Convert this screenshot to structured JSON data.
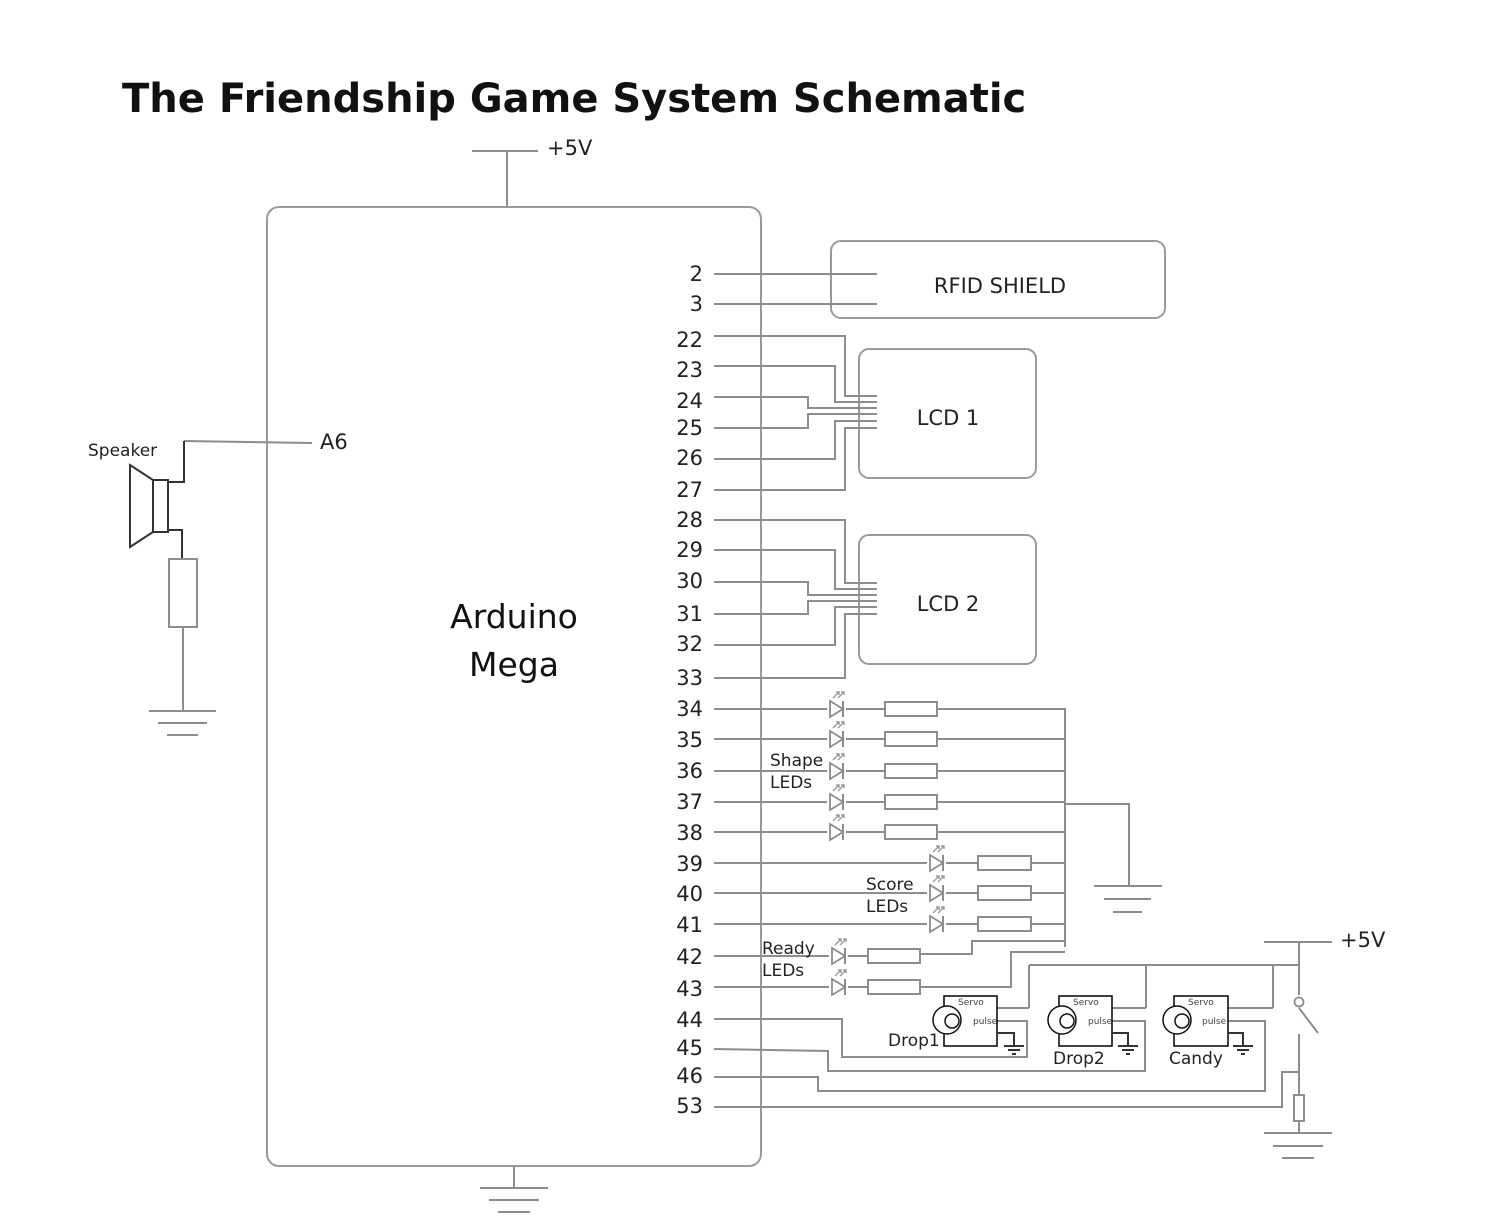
{
  "title": "The Friendship Game System Schematic",
  "supply_labels": {
    "top": "+5V",
    "right": "+5V"
  },
  "arduino": {
    "line1": "Arduino",
    "line2": "Mega",
    "analog_pin": "A6"
  },
  "speaker_label": "Speaker",
  "modules": {
    "rfid": "RFID SHIELD",
    "lcd1": "LCD 1",
    "lcd2": "LCD 2"
  },
  "pins": [
    "2",
    "3",
    "22",
    "23",
    "24",
    "25",
    "26",
    "27",
    "28",
    "29",
    "30",
    "31",
    "32",
    "33",
    "34",
    "35",
    "36",
    "37",
    "38",
    "39",
    "40",
    "41",
    "42",
    "43",
    "44",
    "45",
    "46",
    "53"
  ],
  "led_groups": {
    "shape": [
      "Shape",
      "LEDs"
    ],
    "score": [
      "Score",
      "LEDs"
    ],
    "ready": [
      "Ready",
      "LEDs"
    ]
  },
  "servos": [
    {
      "name": "Drop1",
      "header": "Servo",
      "pulse": "pulse"
    },
    {
      "name": "Drop2",
      "header": "Servo",
      "pulse": "pulse"
    },
    {
      "name": "Candy",
      "header": "Servo",
      "pulse": "pulse"
    }
  ]
}
